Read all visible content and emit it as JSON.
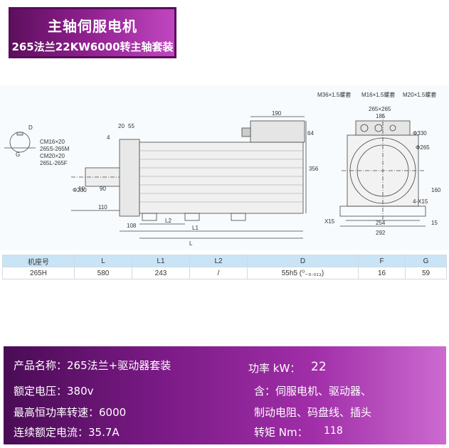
{
  "banner": {
    "title": "主轴伺服电机",
    "subtitle": "265法兰22KW6000转主轴套装"
  },
  "drawing": {
    "side_labels": {
      "dim_d": "D",
      "dim_g": "G",
      "cm_lines": [
        "CM16×20",
        "265S-265M",
        "CM20×20",
        "265L-265F"
      ],
      "d230": "Φ230",
      "d10": "10",
      "d90": "90",
      "d110": "110",
      "d4": "4",
      "d20": "20",
      "d55": "55",
      "d190": "190",
      "d64": "64",
      "d356": "356",
      "d108": "108",
      "l2": "L2",
      "l1": "L1",
      "l": "L"
    },
    "end_labels": {
      "m36": "M36×1.5螺套",
      "m16": "M16×1.5螺套",
      "m20": "M20×1.5螺套",
      "d265x265": "265×265",
      "d185": "185",
      "d330": "Φ330",
      "d265": "Φ265",
      "d4x15": "4-Χ15",
      "d160": "160",
      "d15a": "Χ15",
      "d254": "254",
      "d292": "292",
      "d15b": "15"
    }
  },
  "table": {
    "headers": [
      "机座号",
      "L",
      "L1",
      "L2",
      "D",
      "F",
      "G"
    ],
    "rows": [
      [
        "265H",
        "580",
        "243",
        "/",
        "55h5 (⁰₋₀.₀₁₃)",
        "16",
        "59"
      ]
    ]
  },
  "info": {
    "product_name": "产品名称：265法兰+驱动器套装",
    "voltage": "额定电压：380v",
    "max_speed": "最高恒功率转速：6000",
    "current": "连续额定电流：35.7A",
    "power_label": "功率 kW：",
    "power_value": "22",
    "includes_1": "含：伺服电机、驱动器、",
    "includes_2": "制动电阻、码盘线、插头",
    "torque_label": "转矩 Nm：",
    "torque_value": "118"
  }
}
